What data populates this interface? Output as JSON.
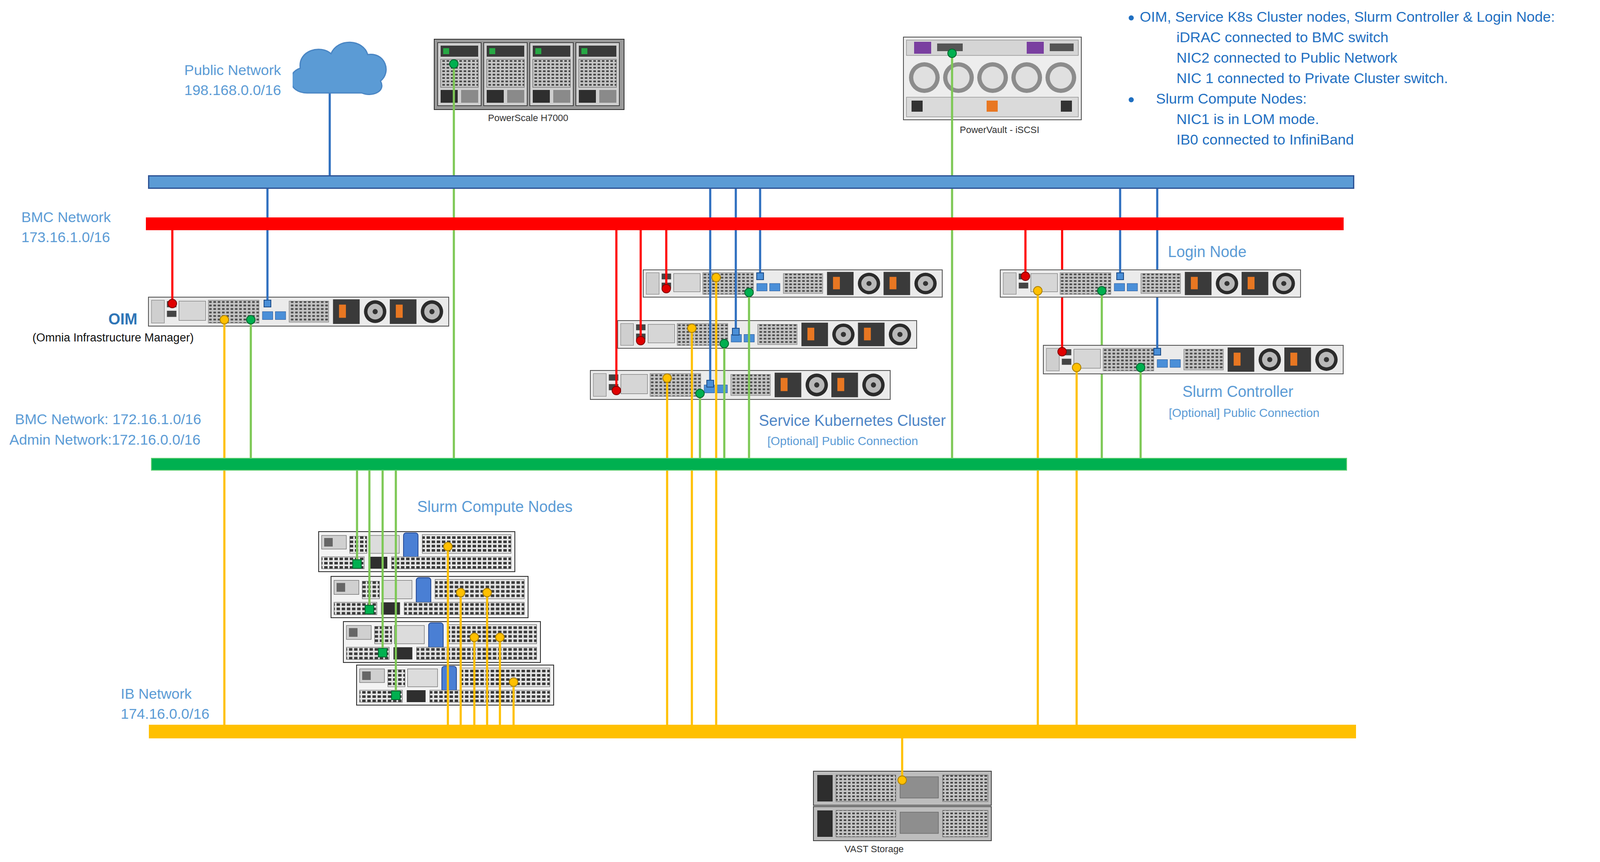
{
  "diagram": {
    "nodes": [
      {
        "text": [
          "Public Network 198.168.0.0/16"
        ]
      },
      {
        "text": [
          "BMC Network 173.16.1.0/16"
        ]
      },
      {
        "text": [
          "PowerScale H7000"
        ]
      },
      {
        "text": [
          "PowerVault - iSCSI"
        ]
      },
      {
        "text": [
          "OIM",
          "(Omnia Infrastructure Manager)"
        ]
      },
      {
        "text": [
          "Service Kubernetes Cluster",
          "[Optional] Public Connection"
        ]
      },
      {
        "text": [
          "Login Node"
        ]
      },
      {
        "text": [
          "Slurm Controller",
          "[Optional] Public Connection"
        ]
      },
      {
        "text": [
          "BMC Network: 172.16.1.0/16",
          "Admin Network:172.16.0.0/16"
        ]
      },
      {
        "text": [
          "Slurm Compute Nodes"
        ]
      },
      {
        "text": [
          "IB Network 174.16.0.0/16"
        ]
      },
      {
        "text": [
          "VAST Storage"
        ]
      }
    ],
    "edges": [
      {
        "from": 2,
        "to": 8,
        "arrow": "none"
      },
      {
        "from": 3,
        "to": 8,
        "arrow": "none"
      },
      {
        "from": 4,
        "to": 1,
        "arrow": "none"
      },
      {
        "from": 4,
        "to": 0,
        "arrow": "none"
      },
      {
        "from": 4,
        "to": 8,
        "arrow": "none"
      },
      {
        "from": 4,
        "to": 10,
        "arrow": "none"
      },
      {
        "from": 5,
        "to": 1,
        "arrow": "none"
      },
      {
        "from": 5,
        "to": 1,
        "arrow": "none"
      },
      {
        "from": 5,
        "to": 1,
        "arrow": "none"
      },
      {
        "from": 5,
        "to": 0,
        "arrow": "none"
      },
      {
        "from": 5,
        "to": 0,
        "arrow": "none"
      },
      {
        "from": 5,
        "to": 0,
        "arrow": "none"
      },
      {
        "from": 5,
        "to": 8,
        "arrow": "none"
      },
      {
        "from": 5,
        "to": 8,
        "arrow": "none"
      },
      {
        "from": 5,
        "to": 8,
        "arrow": "none"
      },
      {
        "from": 5,
        "to": 10,
        "arrow": "none"
      },
      {
        "from": 5,
        "to": 10,
        "arrow": "none"
      },
      {
        "from": 5,
        "to": 10,
        "arrow": "none"
      },
      {
        "from": 6,
        "to": 1,
        "arrow": "none"
      },
      {
        "from": 6,
        "to": 0,
        "arrow": "none"
      },
      {
        "from": 6,
        "to": 8,
        "arrow": "none"
      },
      {
        "from": 6,
        "to": 10,
        "arrow": "none"
      },
      {
        "from": 7,
        "to": 1,
        "arrow": "none"
      },
      {
        "from": 7,
        "to": 0,
        "arrow": "none"
      },
      {
        "from": 7,
        "to": 8,
        "arrow": "none"
      },
      {
        "from": 7,
        "to": 10,
        "arrow": "none"
      },
      {
        "from": 9,
        "to": 8,
        "arrow": "none"
      },
      {
        "from": 9,
        "to": 8,
        "arrow": "none"
      },
      {
        "from": 9,
        "to": 8,
        "arrow": "none"
      },
      {
        "from": 9,
        "to": 8,
        "arrow": "none"
      },
      {
        "from": 9,
        "to": 10,
        "arrow": "none"
      },
      {
        "from": 9,
        "to": 10,
        "arrow": "none"
      },
      {
        "from": 9,
        "to": 10,
        "arrow": "none"
      },
      {
        "from": 9,
        "to": 10,
        "arrow": "none"
      },
      {
        "from": 9,
        "to": 10,
        "arrow": "none"
      },
      {
        "from": 9,
        "to": 10,
        "arrow": "none"
      },
      {
        "from": 11,
        "to": 10,
        "arrow": "none"
      }
    ],
    "labels": [
      "OIM, Service K8s Cluster nodes, Slurm Controller & Login Node:",
      "iDRAC connected to BMC switch",
      "NIC2 connected to Public Network",
      "NIC 1 connected to Private Cluster switch.",
      "Slurm Compute Nodes:",
      "NIC1 is in LOM mode.",
      "IB0 connected to InfiniBand"
    ]
  }
}
